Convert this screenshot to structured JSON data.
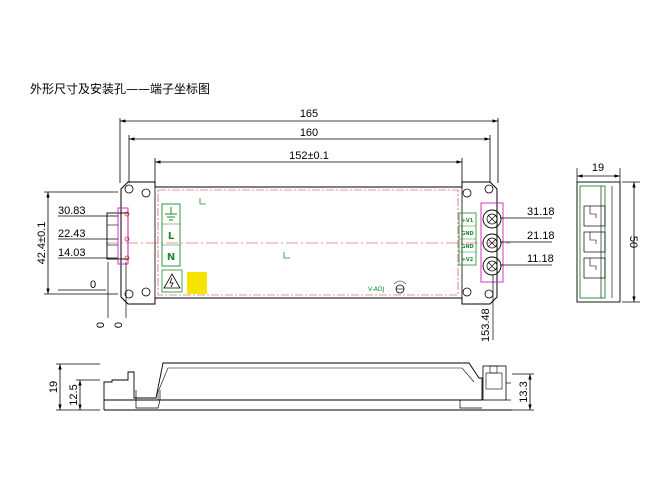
{
  "title": "外形尺寸及安装孔——端子坐标图",
  "top_view": {
    "dim_overall": "165",
    "dim_mount": "160",
    "dim_hole": "152±0.1",
    "dim_height": "42.4±0.1",
    "left_coords": [
      "30.83",
      "22.43",
      "14.03"
    ],
    "left_zero": "0",
    "right_coords": [
      "31.18",
      "21.18",
      "11.18"
    ],
    "right_x": "153.48",
    "terminal_labels_left": [
      "L",
      "N"
    ],
    "terminal_labels_right": [
      "+V1",
      "GND",
      "GND",
      "+V2"
    ],
    "vadj_label": "V-ADJ",
    "zero_a": "0",
    "zero_b": "0"
  },
  "side_view": {
    "dim_width": "19",
    "dim_length": "50"
  },
  "front_view": {
    "dim_height": "19",
    "dim_base": "12.5",
    "dim_term": "13.3"
  },
  "colors": {
    "line": "#000000",
    "green": "#1c8a2c",
    "magenta": "#d21fbf",
    "red": "#d03030",
    "yellow": "#f5e400"
  }
}
